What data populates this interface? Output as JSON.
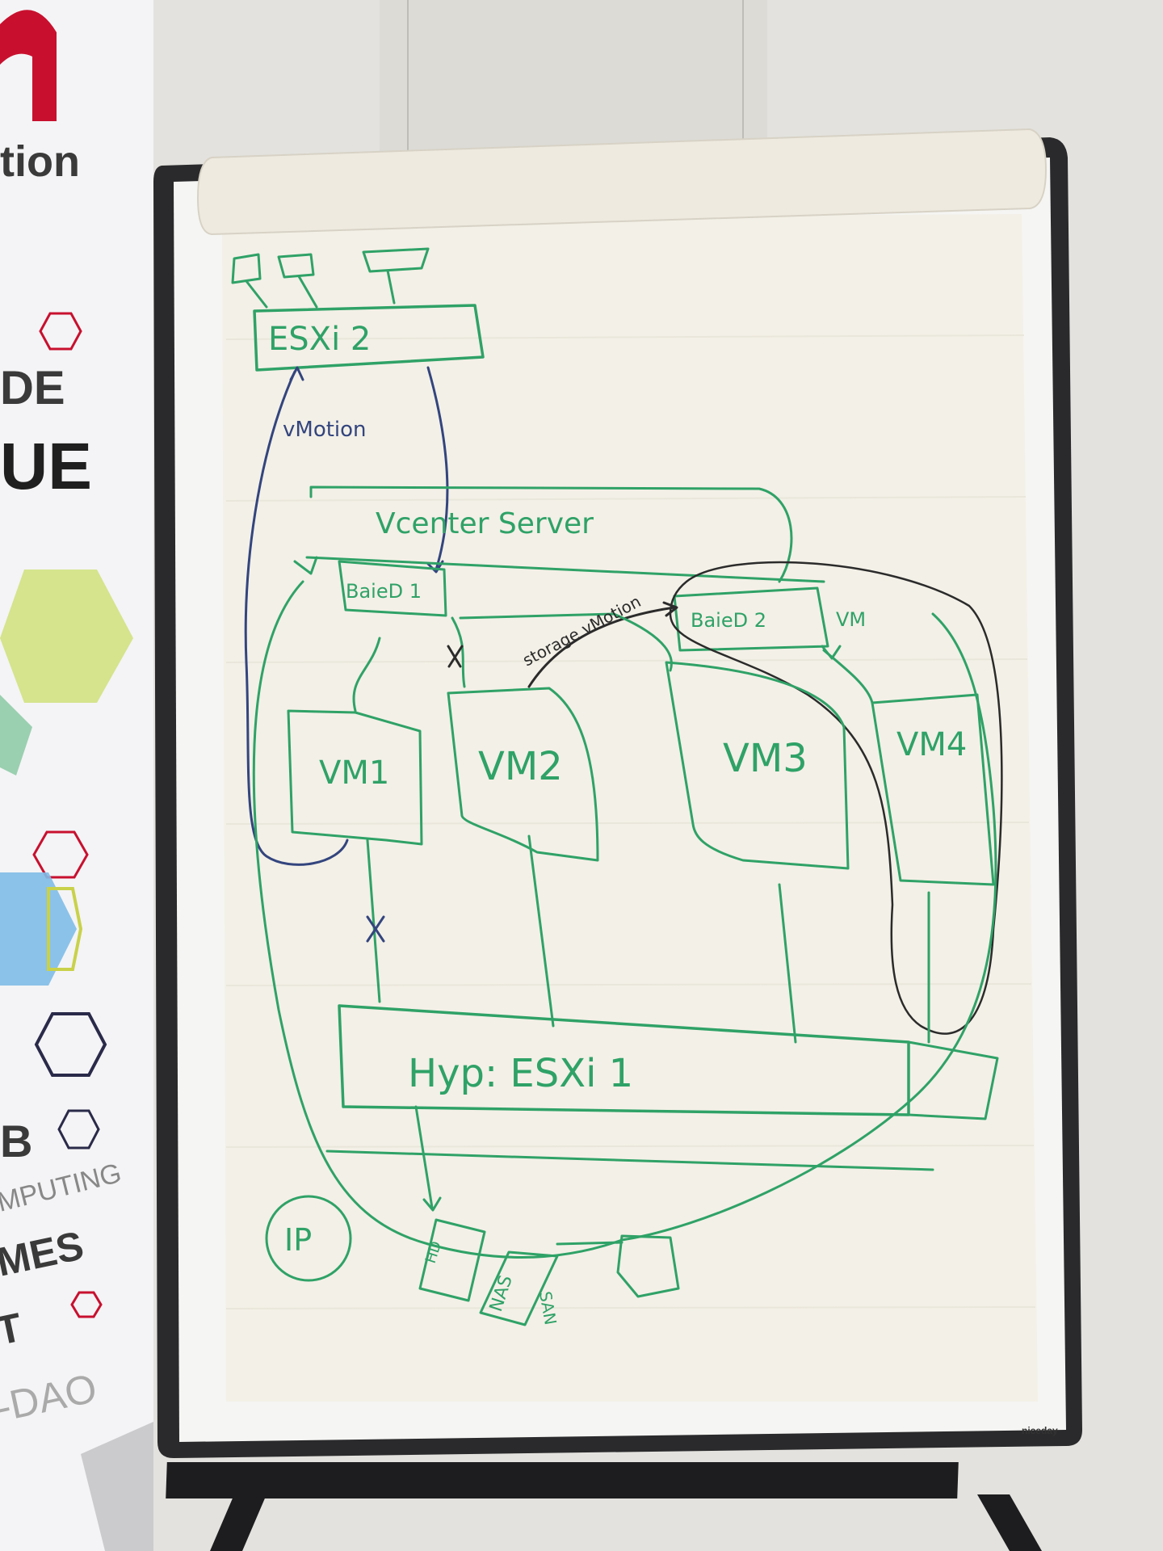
{
  "banner": {
    "logo_text": "tion",
    "lines": [
      "DE",
      "UE",
      "B",
      "MPUTING",
      "MES",
      "T",
      "-DAO"
    ]
  },
  "easel": {
    "brand": "niceday"
  },
  "diagram": {
    "esxi2_label": "ESXi 2",
    "vmotion_label": "vMotion",
    "vcenter_label": "Vcenter Server",
    "baie1_label": "BaieD 1",
    "baie2_label": "BaieD 2",
    "storage_vmotion_label": "storage vMotion",
    "vm_label_baie2": "VM",
    "vm1_label": "VM1",
    "vm2_label": "VM2",
    "vm3_label": "VM3",
    "vm4_label": "VM4",
    "hyp_label": "Hyp: ESXi 1",
    "ip_label": "IP",
    "nas_label": "NAS",
    "san_label": "SAN",
    "disk_label": "HD"
  },
  "colors": {
    "green_marker": "#2fa267",
    "blue_marker": "#33457e",
    "black_marker": "#2b2b2b",
    "paper": "#f2efe6",
    "wall": "#e6e5e1",
    "banner_red": "#c8102e"
  }
}
